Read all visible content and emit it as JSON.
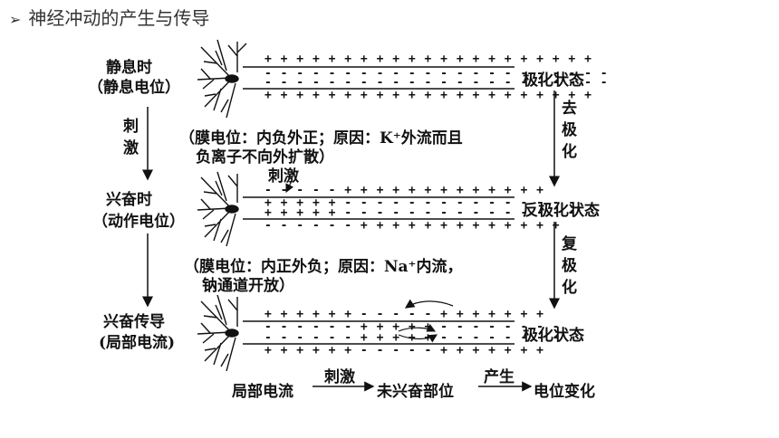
{
  "header": {
    "title": "神经冲动的产生与传导"
  },
  "diagram": {
    "states_left": {
      "resting": "静息时",
      "resting_sub": "（静息电位）",
      "stimulate": "刺激",
      "excited": "兴奋时",
      "excited_sub": "（动作电位）",
      "conduction": "兴奋传导",
      "conduction_sub": "(局部电流)"
    },
    "states_right": {
      "polarized_1": "极化状态",
      "depolarize": "去极化",
      "reverse_polarized": "反极化状态",
      "repolarize": "复极化",
      "polarized_2": "极化状态"
    },
    "notes": {
      "resting_line1": "（膜电位：内负外正；原因：K⁺外流而且",
      "resting_line2": "负离子不向外扩散）",
      "stimulus_marker": "刺激",
      "excited_line1": "（膜电位：内正外负；原因：Na⁺内流，",
      "excited_line2": "钠通道开放）"
    },
    "membrane_rows": {
      "a1": "+ + + + + + + + + + + + + + + + + + + + +",
      "a2": "- - - - - - - - - - - - - - - - - - - - - -",
      "a3": "- - - - - - - - - - - - - - - - - - - - - -",
      "a4": "+ + + + + + + + + + + + + + + + + + + + +",
      "b1": "- - - - - + + + + + + + + + + + + +",
      "b2": "+ + + + + - - - - - - - - - - - - - - -",
      "b3": "+ + + + + - - - - - - - - - - - - - - -",
      "b4": "- - - - - - + + + + + + + + + + + + +",
      "c1": "+ + + + + + - - - - - + + + + + + +",
      "c2": "- - - - - - + + + + + - - - - - - - -",
      "c3": "- - - - - - + + + + + - - - - - - - -",
      "c4": "+ + + + + + - - - - - + + + + + + +"
    },
    "bottom_chain": {
      "start": "局部电流",
      "arrow1": "刺激",
      "middle": "未兴奋部位",
      "arrow2": "产生",
      "end": "电位变化"
    }
  }
}
